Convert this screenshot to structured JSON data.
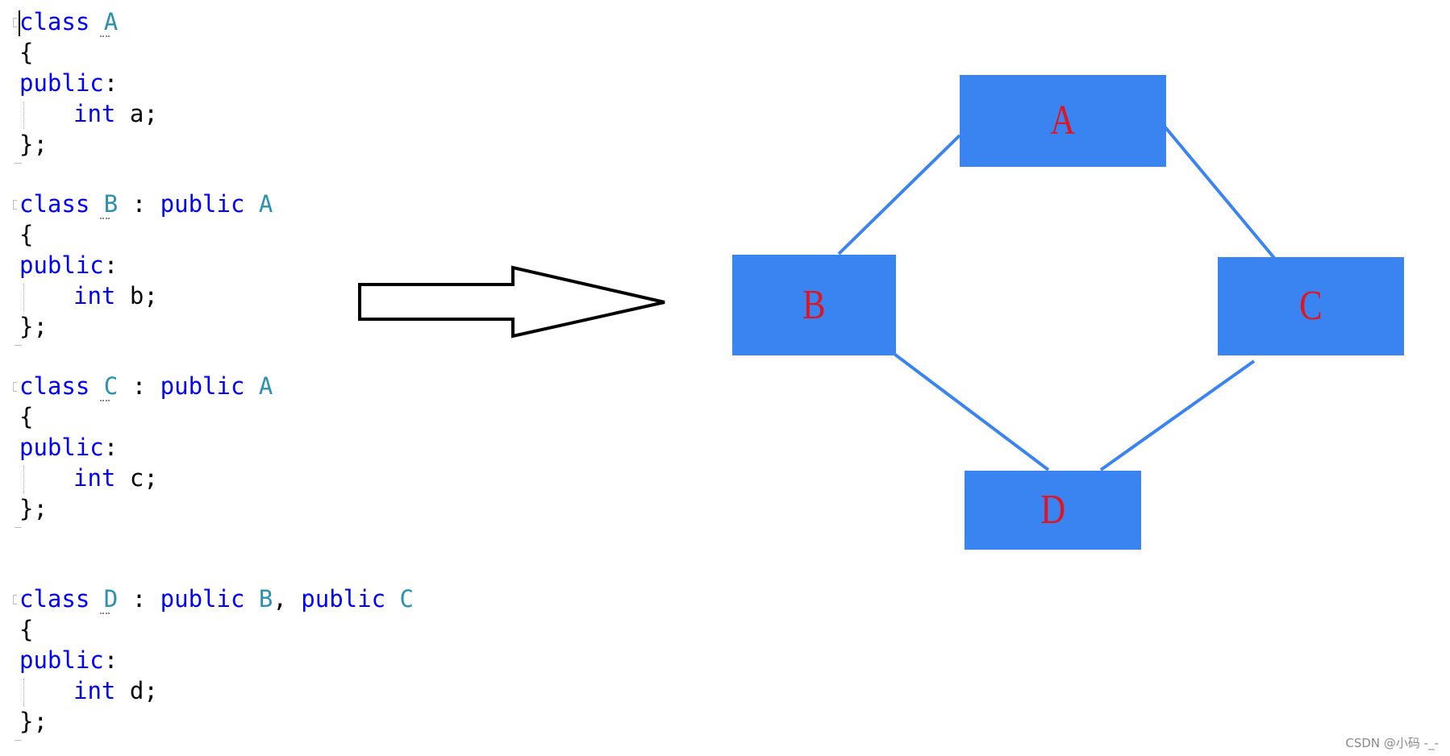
{
  "code": [
    {
      "name": "A",
      "lines": [
        [
          {
            "k": "kw",
            "t": "class"
          },
          {
            "k": "sp",
            "t": " "
          },
          {
            "k": "ty",
            "t": "A"
          }
        ],
        [
          {
            "k": "punc",
            "t": "{"
          }
        ],
        [
          {
            "k": "kw",
            "t": "public"
          },
          {
            "k": "punc",
            "t": ":"
          }
        ],
        [
          {
            "k": "indent",
            "t": ""
          },
          {
            "k": "kw",
            "t": "int"
          },
          {
            "k": "sp",
            "t": " "
          },
          {
            "k": "id",
            "t": "a"
          },
          {
            "k": "punc",
            "t": ";"
          }
        ],
        [
          {
            "k": "punc",
            "t": "};"
          }
        ]
      ]
    },
    {
      "name": "B",
      "lines": [
        [
          {
            "k": "kw",
            "t": "class"
          },
          {
            "k": "sp",
            "t": " "
          },
          {
            "k": "ty",
            "t": "B"
          },
          {
            "k": "sp",
            "t": " "
          },
          {
            "k": "punc",
            "t": ":"
          },
          {
            "k": "sp",
            "t": " "
          },
          {
            "k": "kw",
            "t": "public"
          },
          {
            "k": "sp",
            "t": " "
          },
          {
            "k": "ty",
            "t": "A"
          }
        ],
        [
          {
            "k": "punc",
            "t": "{"
          }
        ],
        [
          {
            "k": "kw",
            "t": "public"
          },
          {
            "k": "punc",
            "t": ":"
          }
        ],
        [
          {
            "k": "indent",
            "t": ""
          },
          {
            "k": "kw",
            "t": "int"
          },
          {
            "k": "sp",
            "t": " "
          },
          {
            "k": "id",
            "t": "b"
          },
          {
            "k": "punc",
            "t": ";"
          }
        ],
        [
          {
            "k": "punc",
            "t": "};"
          }
        ]
      ]
    },
    {
      "name": "C",
      "lines": [
        [
          {
            "k": "kw",
            "t": "class"
          },
          {
            "k": "sp",
            "t": " "
          },
          {
            "k": "ty",
            "t": "C"
          },
          {
            "k": "sp",
            "t": " "
          },
          {
            "k": "punc",
            "t": ":"
          },
          {
            "k": "sp",
            "t": " "
          },
          {
            "k": "kw",
            "t": "public"
          },
          {
            "k": "sp",
            "t": " "
          },
          {
            "k": "ty",
            "t": "A"
          }
        ],
        [
          {
            "k": "punc",
            "t": "{"
          }
        ],
        [
          {
            "k": "kw",
            "t": "public"
          },
          {
            "k": "punc",
            "t": ":"
          }
        ],
        [
          {
            "k": "indent",
            "t": ""
          },
          {
            "k": "kw",
            "t": "int"
          },
          {
            "k": "sp",
            "t": " "
          },
          {
            "k": "id",
            "t": "c"
          },
          {
            "k": "punc",
            "t": ";"
          }
        ],
        [
          {
            "k": "punc",
            "t": "};"
          }
        ]
      ]
    },
    {
      "name": "D",
      "lines": [
        [
          {
            "k": "kw",
            "t": "class"
          },
          {
            "k": "sp",
            "t": " "
          },
          {
            "k": "ty",
            "t": "D"
          },
          {
            "k": "sp",
            "t": " "
          },
          {
            "k": "punc",
            "t": ":"
          },
          {
            "k": "sp",
            "t": " "
          },
          {
            "k": "kw",
            "t": "public"
          },
          {
            "k": "sp",
            "t": " "
          },
          {
            "k": "ty",
            "t": "B"
          },
          {
            "k": "punc",
            "t": ","
          },
          {
            "k": "sp",
            "t": " "
          },
          {
            "k": "kw",
            "t": "public"
          },
          {
            "k": "sp",
            "t": " "
          },
          {
            "k": "ty",
            "t": "C"
          }
        ],
        [
          {
            "k": "punc",
            "t": "{"
          }
        ],
        [
          {
            "k": "kw",
            "t": "public"
          },
          {
            "k": "punc",
            "t": ":"
          }
        ],
        [
          {
            "k": "indent",
            "t": ""
          },
          {
            "k": "kw",
            "t": "int"
          },
          {
            "k": "sp",
            "t": " "
          },
          {
            "k": "id",
            "t": "d"
          },
          {
            "k": "punc",
            "t": ";"
          }
        ],
        [
          {
            "k": "punc",
            "t": "};"
          }
        ]
      ]
    }
  ],
  "diagram": {
    "nodes": [
      {
        "id": "A",
        "label": "A"
      },
      {
        "id": "B",
        "label": "B"
      },
      {
        "id": "C",
        "label": "C"
      },
      {
        "id": "D",
        "label": "D"
      }
    ],
    "edges": [
      {
        "from": "A",
        "to": "B"
      },
      {
        "from": "A",
        "to": "C"
      },
      {
        "from": "B",
        "to": "D"
      },
      {
        "from": "C",
        "to": "D"
      }
    ]
  },
  "colors": {
    "keyword": "#0000ff",
    "type_name": "#2b91af",
    "node_fill": "#3a84f2",
    "node_label": "#e0151f",
    "edge": "#3a84f2",
    "arrow_outline": "#000000"
  },
  "watermark": "CSDN @小码 -_-"
}
